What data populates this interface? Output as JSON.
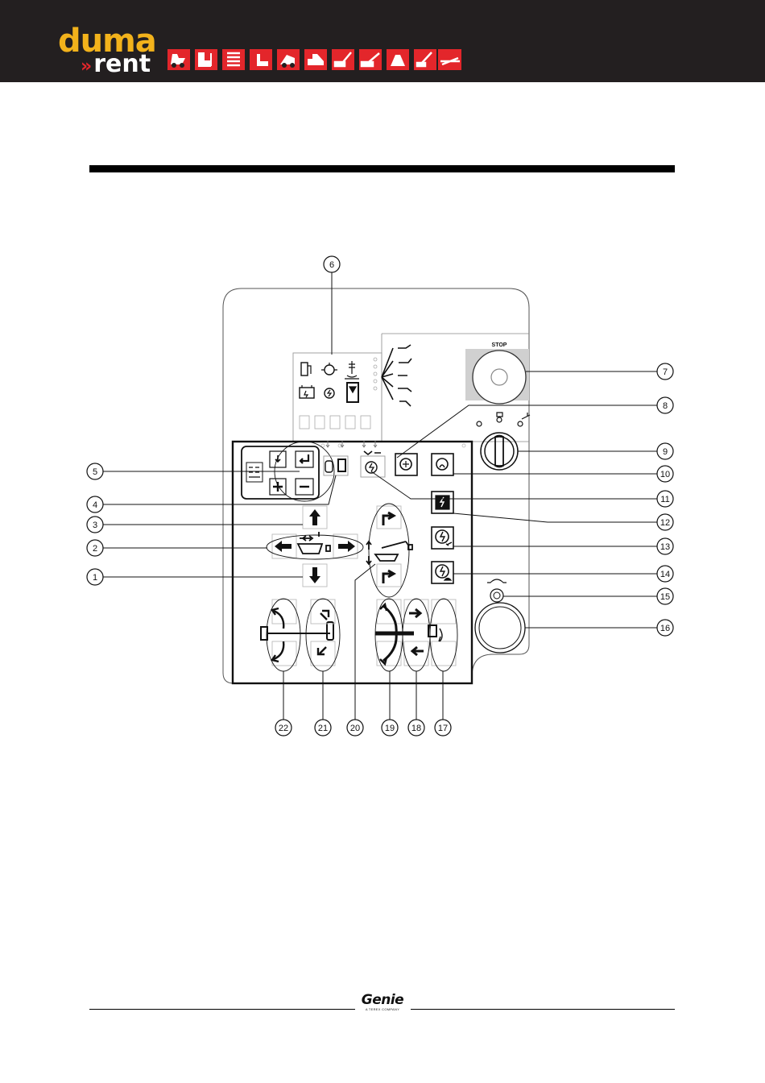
{
  "brand": {
    "top": "duma",
    "chevron": "»",
    "bottom": "rent"
  },
  "panel": {
    "stop_label": "STOP"
  },
  "callouts": [
    "1",
    "2",
    "3",
    "4",
    "5",
    "6",
    "7",
    "8",
    "9",
    "10",
    "11",
    "12",
    "13",
    "14",
    "15",
    "16",
    "17",
    "18",
    "19",
    "20",
    "21",
    "22"
  ],
  "footer": {
    "brand": "Genie",
    "tagline": "A TEREX COMPANY"
  },
  "colors": {
    "header_bg": "#231f20",
    "logo_yellow": "#f2b21b",
    "logo_red": "#e3262b"
  }
}
